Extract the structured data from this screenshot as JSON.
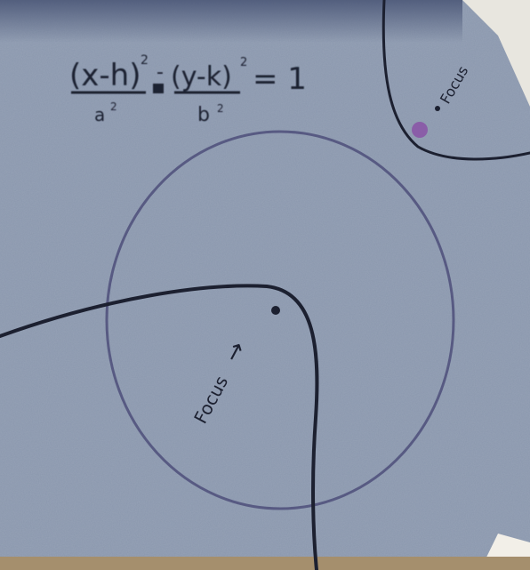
{
  "photo": {
    "equation": {
      "lhs_numerator_1": "(x-h)",
      "lhs_exponent_1": "2",
      "lhs_denominator_1": "a",
      "lhs_denominator_exp_1": "2",
      "operator": "-",
      "lhs_numerator_2": "(y-k)",
      "lhs_exponent_2": "2",
      "lhs_denominator_2": "b",
      "lhs_denominator_exp_2": "2",
      "rhs": "= 1"
    },
    "labels": {
      "focus_lower": "Focus",
      "focus_lower_arrow": "→",
      "focus_upper": "Focus"
    },
    "colors": {
      "paper": "#8a97ad",
      "paper_dark": "#6f7c93",
      "ink": "#1c2030",
      "circle_stroke": "#4e4f7a",
      "focus_dot_upper": "#8a57a6",
      "top_band": "#5d6a88",
      "background_right": "#e8e6df",
      "bottom_strip": "#a58f6d"
    }
  }
}
